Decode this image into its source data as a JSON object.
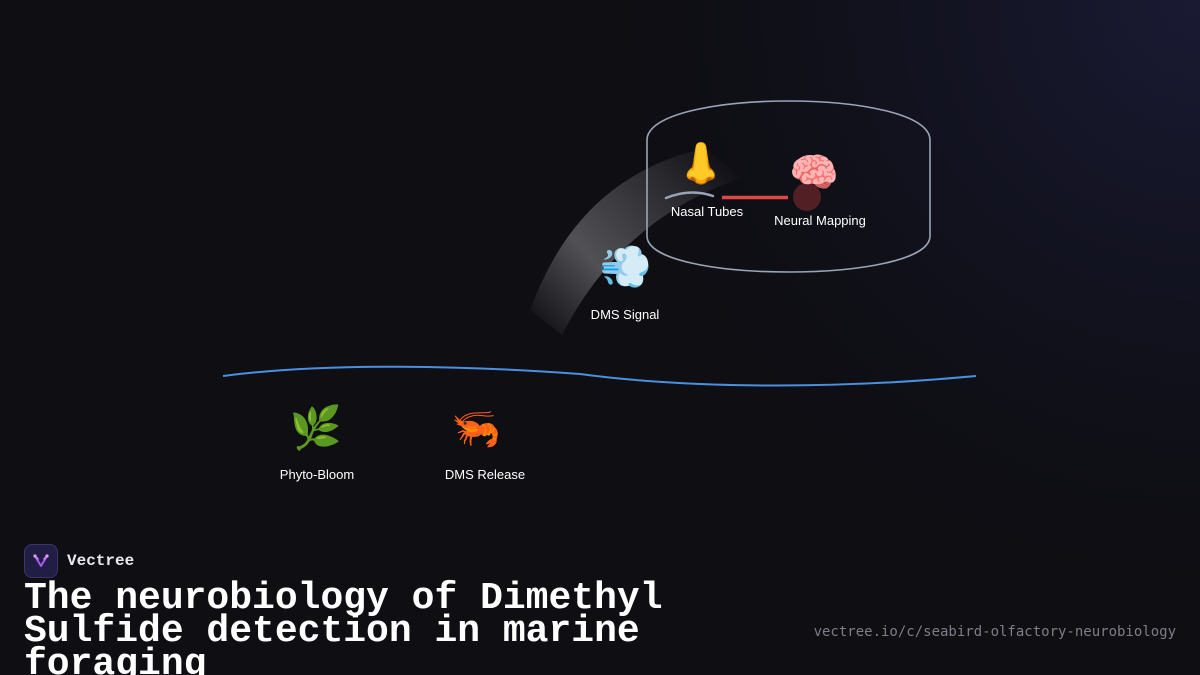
{
  "diagram": {
    "nodes": {
      "phyto_bloom": {
        "label": "Phyto-Bloom",
        "icon": "herb-icon",
        "glyph": "🌿"
      },
      "dms_release": {
        "label": "DMS Release",
        "icon": "shrimp-icon",
        "glyph": "🦐"
      },
      "dms_signal": {
        "label": "DMS Signal",
        "icon": "dash-wind-icon",
        "glyph": "💨"
      },
      "nasal_tubes": {
        "label": "Nasal Tubes",
        "icon": "nose-icon",
        "glyph": "👃"
      },
      "neural_mapping": {
        "label": "Neural Mapping",
        "icon": "brain-icon",
        "glyph": "🧠"
      }
    },
    "colors": {
      "sea_surface": "#4a90e2",
      "neural_link": "#e04848",
      "brain_outline": "#9aa4b8"
    }
  },
  "footer": {
    "brand": "Vectree",
    "title": "The neurobiology of Dimethyl Sulfide detection in marine foraging",
    "url": "vectree.io/c/seabird-olfactory-neurobiology"
  }
}
